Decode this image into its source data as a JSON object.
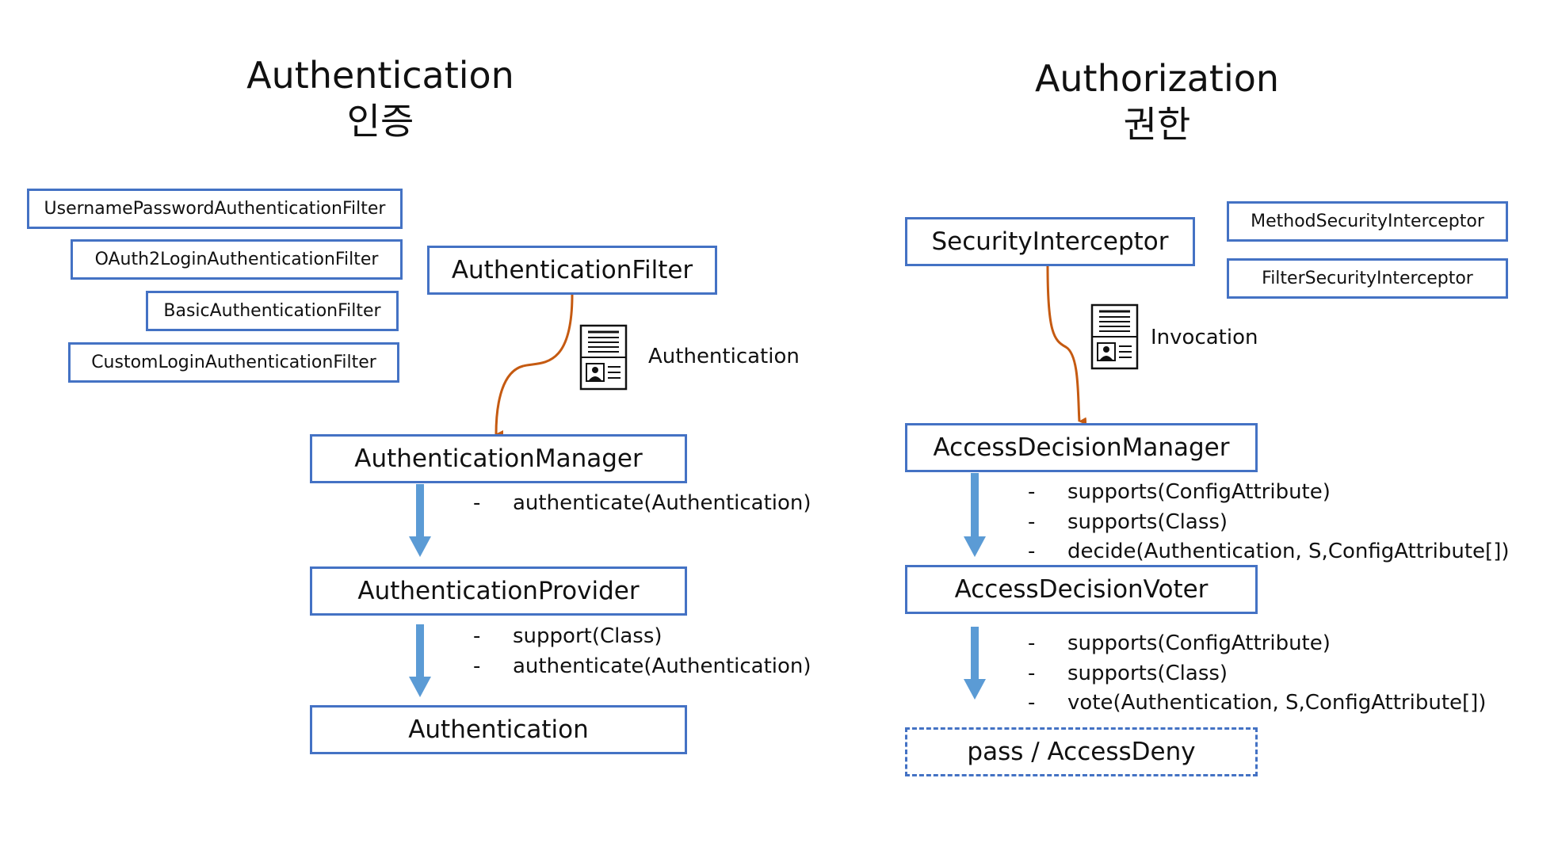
{
  "authentication": {
    "title": "Authentication",
    "subtitle": "인증",
    "filters": [
      "UsernamePasswordAuthenticationFilter",
      "OAuth2LoginAuthenticationFilter",
      "BasicAuthenticationFilter",
      "CustomLoginAuthenticationFilter"
    ],
    "filter_box": "AuthenticationFilter",
    "passed_object": "Authentication",
    "manager": "AuthenticationManager",
    "manager_methods": [
      {
        "dash": "-",
        "text": "authenticate(Authentication)"
      }
    ],
    "provider": "AuthenticationProvider",
    "provider_methods": [
      {
        "dash": "-",
        "text": "support(Class)"
      },
      {
        "dash": "-",
        "text": "authenticate(Authentication)"
      }
    ],
    "result": "Authentication"
  },
  "authorization": {
    "title": "Authorization",
    "subtitle": "권한",
    "interceptor": "SecurityInterceptor",
    "interceptors": [
      "MethodSecurityInterceptor",
      "FilterSecurityInterceptor"
    ],
    "passed_object": "Invocation",
    "manager": "AccessDecisionManager",
    "manager_methods": [
      {
        "dash": "-",
        "text": "supports(ConfigAttribute)"
      },
      {
        "dash": "-",
        "text": "supports(Class)"
      },
      {
        "dash": "-",
        "text": "decide(Authentication, S,ConfigAttribute[])"
      }
    ],
    "voter": "AccessDecisionVoter",
    "voter_methods": [
      {
        "dash": "-",
        "text": "supports(ConfigAttribute)"
      },
      {
        "dash": "-",
        "text": "supports(Class)"
      },
      {
        "dash": "-",
        "text": "vote(Authentication, S,ConfigAttribute[])"
      }
    ],
    "result": "pass / AccessDeny"
  },
  "colors": {
    "box_border": "#4472C4",
    "flow_arrow": "#5B9BD5",
    "call_arrow": "#C55A11"
  },
  "icons": {
    "object_icon": "document-id-card-icon"
  }
}
